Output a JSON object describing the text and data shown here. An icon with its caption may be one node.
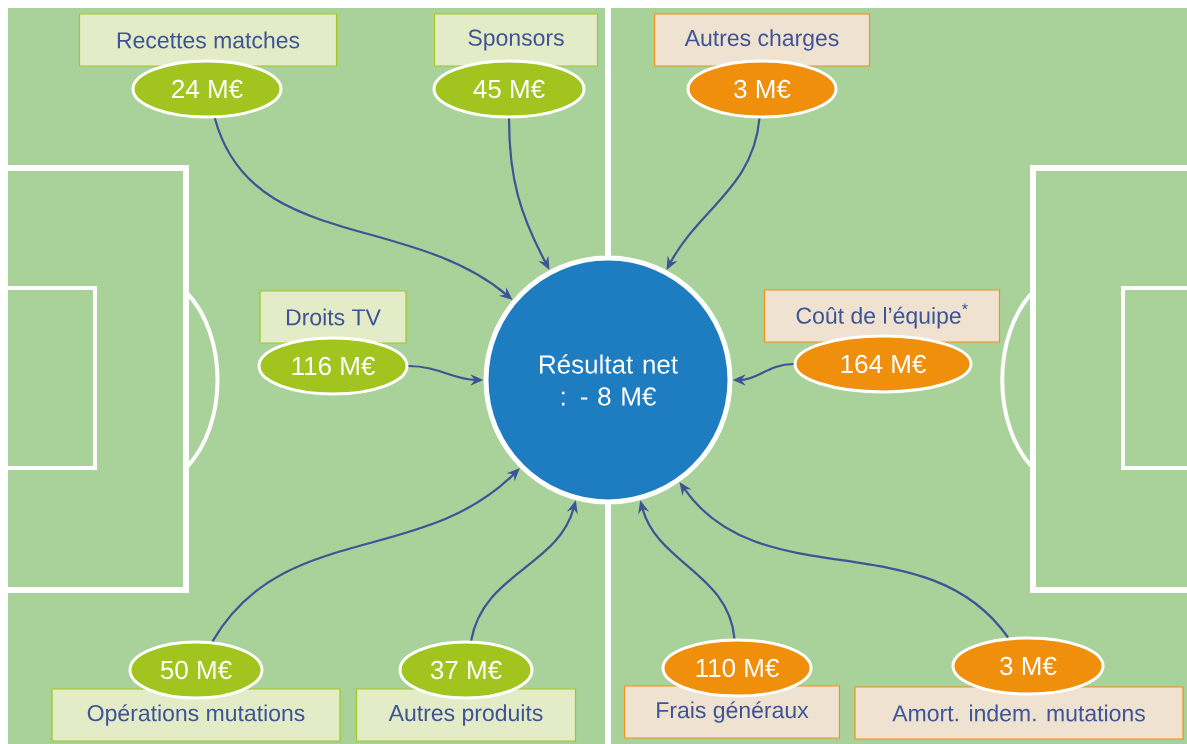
{
  "diagram": {
    "nodes": [
      {
        "text": [
          "Recettes matches"
        ]
      },
      {
        "text": [
          "24 M€"
        ]
      },
      {
        "text": [
          "Sponsors"
        ]
      },
      {
        "text": [
          "45 M€"
        ]
      },
      {
        "text": [
          "Autres charges"
        ]
      },
      {
        "text": [
          "3 M€"
        ]
      },
      {
        "text": [
          "Droits TV"
        ]
      },
      {
        "text": [
          "116 M€"
        ]
      },
      {
        "text": [
          "Résultat net : - 8 M€"
        ]
      },
      {
        "text": [
          "Coût de l’équipe$^{*}$"
        ]
      },
      {
        "text": [
          "164 M€"
        ]
      },
      {
        "text": [
          "50 M€"
        ]
      },
      {
        "text": [
          "37 M€"
        ]
      },
      {
        "text": [
          "110 M€"
        ]
      },
      {
        "text": [
          "3 M€"
        ]
      },
      {
        "text": [
          "Opérations mutations"
        ]
      },
      {
        "text": [
          "Autres produits"
        ]
      },
      {
        "text": [
          "Frais généraux"
        ]
      },
      {
        "text": [
          "Amort. indem. mutations"
        ]
      }
    ],
    "edges": [
      {
        "from": 1,
        "to": 8,
        "arrow": "to"
      },
      {
        "from": 3,
        "to": 8,
        "arrow": "to"
      },
      {
        "from": 5,
        "to": 8,
        "arrow": "to"
      },
      {
        "from": 7,
        "to": 8,
        "arrow": "to"
      },
      {
        "from": 10,
        "to": 8,
        "arrow": "to"
      },
      {
        "from": 11,
        "to": 8,
        "arrow": "to"
      },
      {
        "from": 12,
        "to": 8,
        "arrow": "to"
      },
      {
        "from": 13,
        "to": 8,
        "arrow": "to"
      },
      {
        "from": 14,
        "to": 8,
        "arrow": "to"
      }
    ]
  }
}
